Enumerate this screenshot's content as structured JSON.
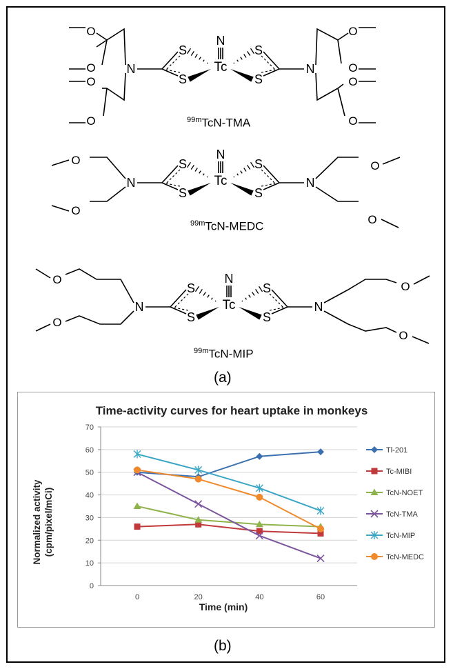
{
  "panel_labels": {
    "a": "(a)",
    "b": "(b)"
  },
  "structures": [
    {
      "name": "TMA",
      "label_sup": "99m",
      "label_main": "TcN-TMA"
    },
    {
      "name": "MEDC",
      "label_sup": "99m",
      "label_main": "TcN-MEDC"
    },
    {
      "name": "MIP",
      "label_sup": "99m",
      "label_main": "TcN-MIP"
    }
  ],
  "atoms": {
    "n": "N",
    "s": "S",
    "tc": "Tc",
    "o": "O"
  },
  "chart_data": {
    "type": "line",
    "title": "Time-activity curves for heart uptake in monkeys",
    "xlabel": "Time (min)",
    "ylabel_line1": "Normalized activity",
    "ylabel_line2": "(cpm/pixel/mCi)",
    "x": [
      0,
      20,
      40,
      60
    ],
    "x_ticks": [
      "0",
      "20",
      "40",
      "60"
    ],
    "ylim": [
      0,
      70
    ],
    "y_ticks": [
      "0",
      "10",
      "20",
      "30",
      "40",
      "50",
      "60",
      "70"
    ],
    "grid": "horizontal",
    "legend_position": "right",
    "series": [
      {
        "name": "Tl-201",
        "color": "#3a6fb0",
        "marker": "diamond",
        "values": [
          50,
          48,
          57,
          59
        ]
      },
      {
        "name": "Tc-MIBI",
        "color": "#c0393b",
        "marker": "square",
        "values": [
          26,
          27,
          24,
          23
        ]
      },
      {
        "name": "TcN-NOET",
        "color": "#8fb34b",
        "marker": "triangle",
        "values": [
          35,
          29,
          27,
          26
        ]
      },
      {
        "name": "TcN-TMA",
        "color": "#7a559e",
        "marker": "x",
        "values": [
          50,
          36,
          22,
          12
        ]
      },
      {
        "name": "TcN-MIP",
        "color": "#3aa6c6",
        "marker": "star",
        "values": [
          58,
          51,
          43,
          33
        ]
      },
      {
        "name": "TcN-MEDC",
        "color": "#f08a2c",
        "marker": "circle",
        "values": [
          51,
          47,
          39,
          25
        ]
      }
    ]
  }
}
